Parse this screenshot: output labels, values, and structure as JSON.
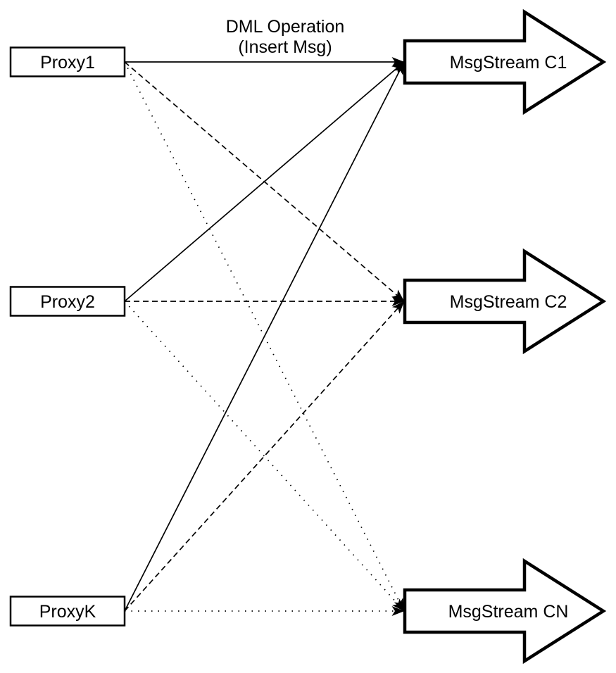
{
  "title": {
    "line1": "DML Operation",
    "line2": "(Insert Msg)"
  },
  "colors": {
    "background": "#ffffff",
    "ink": "#000000"
  },
  "proxies": [
    {
      "id": "Proxy1",
      "label": "Proxy1"
    },
    {
      "id": "Proxy2",
      "label": "Proxy2"
    },
    {
      "id": "ProxyK",
      "label": "ProxyK"
    }
  ],
  "streams": [
    {
      "id": "MsgStream C1",
      "label": "MsgStream C1",
      "incoming_line_style": "solid"
    },
    {
      "id": "MsgStream C2",
      "label": "MsgStream C2",
      "incoming_line_style": "dashed"
    },
    {
      "id": "MsgStream CN",
      "label": "MsgStream CN",
      "incoming_line_style": "dotted"
    }
  ],
  "connections": [
    {
      "from": "Proxy1",
      "to": "MsgStream C1",
      "style": "solid"
    },
    {
      "from": "Proxy2",
      "to": "MsgStream C1",
      "style": "solid"
    },
    {
      "from": "ProxyK",
      "to": "MsgStream C1",
      "style": "solid"
    },
    {
      "from": "Proxy1",
      "to": "MsgStream C2",
      "style": "dashed"
    },
    {
      "from": "Proxy2",
      "to": "MsgStream C2",
      "style": "dashed"
    },
    {
      "from": "ProxyK",
      "to": "MsgStream C2",
      "style": "dashed"
    },
    {
      "from": "Proxy1",
      "to": "MsgStream CN",
      "style": "dotted"
    },
    {
      "from": "Proxy2",
      "to": "MsgStream CN",
      "style": "dotted"
    },
    {
      "from": "ProxyK",
      "to": "MsgStream CN",
      "style": "dotted"
    }
  ]
}
